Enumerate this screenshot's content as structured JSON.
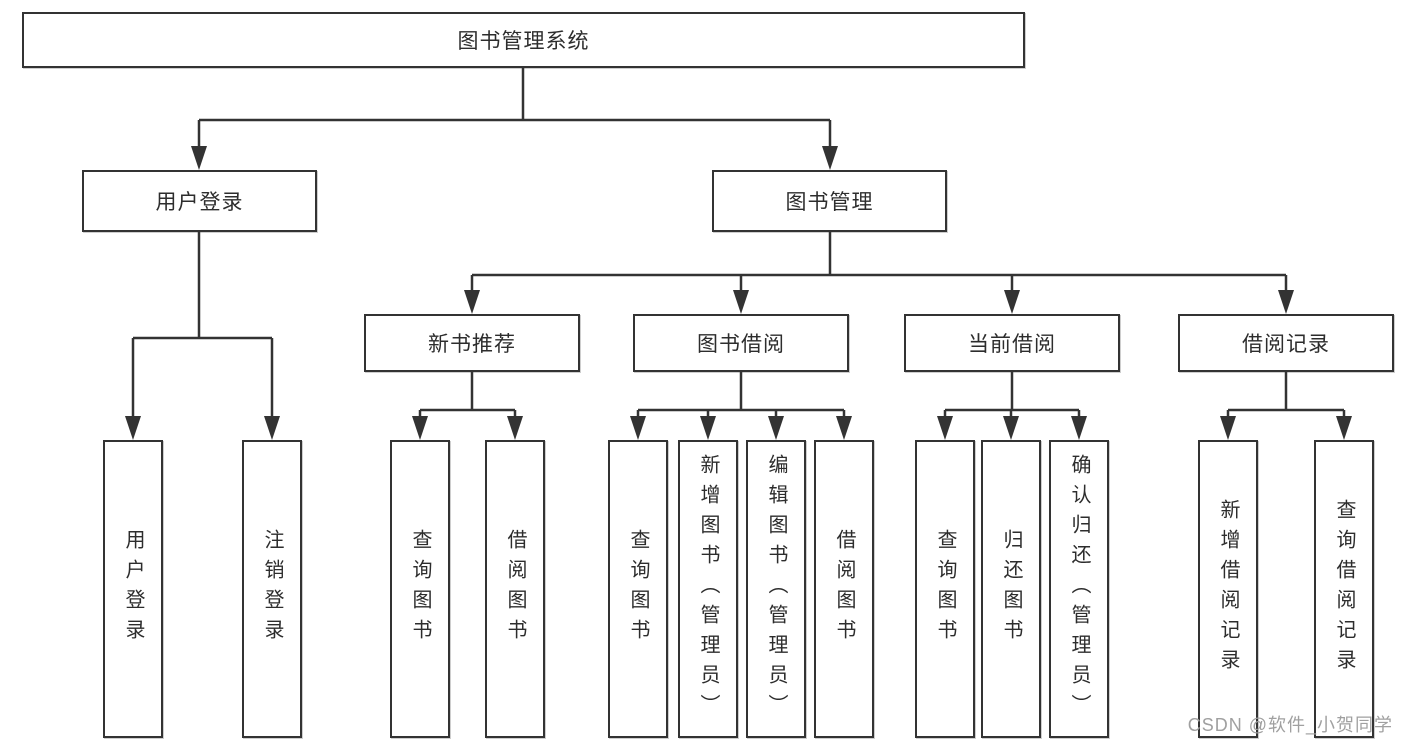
{
  "diagram_type": "tree",
  "tree": {
    "label": "图书管理系统",
    "children": [
      {
        "label": "用户登录",
        "children": [
          {
            "label": "用户登录"
          },
          {
            "label": "注销登录"
          }
        ]
      },
      {
        "label": "图书管理",
        "children": [
          {
            "label": "新书推荐",
            "children": [
              {
                "label": "查询图书"
              },
              {
                "label": "借阅图书"
              }
            ]
          },
          {
            "label": "图书借阅",
            "children": [
              {
                "label": "查询图书"
              },
              {
                "label": "新增图书（管理员）"
              },
              {
                "label": "编辑图书（管理员）"
              },
              {
                "label": "借阅图书"
              }
            ]
          },
          {
            "label": "当前借阅",
            "children": [
              {
                "label": "查询图书"
              },
              {
                "label": "归还图书"
              },
              {
                "label": "确认归还（管理员）"
              }
            ]
          },
          {
            "label": "借阅记录",
            "children": [
              {
                "label": "新增借阅记录"
              },
              {
                "label": "查询借阅记录"
              }
            ]
          }
        ]
      }
    ]
  },
  "watermark": {
    "text": "CSDN @软件_小贺同学"
  },
  "colors": {
    "background": "#ffffff",
    "box_fill": "#ffffff",
    "box_border": "#333333",
    "line": "#333333",
    "arrow": "#333333",
    "text": "#2d2d2d",
    "watermark_text": "#a0a0a0"
  }
}
